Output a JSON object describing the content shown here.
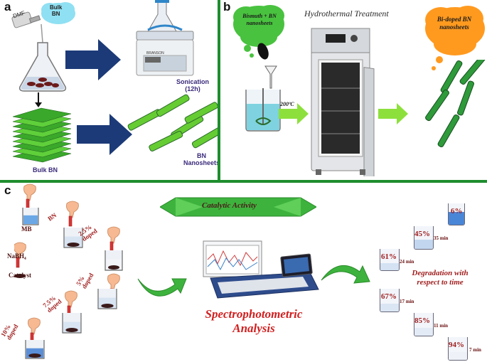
{
  "panels": {
    "a": {
      "letter": "a",
      "solvent_label": "DMF",
      "cloud_label": "Bulk\nBN",
      "sonicator_brand": "BRANSON",
      "sonication_label": "Sonication\n(12h)",
      "bulk_label": "Bulk BN",
      "nanosheets_label": "BN\nNanosheets"
    },
    "b": {
      "letter": "b",
      "cloud_left": "Bismuth + BN\nnanosheets",
      "title": "Hydrothermal Treatment",
      "temperature": "200ºC",
      "cloud_right": "Bi-doped BN\nnanosheets"
    },
    "c": {
      "letter": "c",
      "catalytic_label": "Catalytic Activity",
      "mb_label": "MB",
      "bn_label": "BN",
      "nabh4_label": "NaBH₄",
      "catalyst_label": "Catalyst",
      "doped_labels": [
        "2.5%\ndoped",
        "5%\ndoped",
        "7.5%\ndoped",
        "10%\ndoped"
      ],
      "analysis_label": "Spectrophotometric\nAnalysis",
      "degradation_label": "Degradation with\nrespect to time",
      "results": [
        {
          "pct": "6%",
          "time": ""
        },
        {
          "pct": "45%",
          "time": "35 min"
        },
        {
          "pct": "61%",
          "time": "24 min"
        },
        {
          "pct": "67%",
          "time": "17 min"
        },
        {
          "pct": "85%",
          "time": "11 min"
        },
        {
          "pct": "94%",
          "time": "7 min"
        }
      ]
    }
  },
  "colors": {
    "green": "#3db33d",
    "navy": "#1c3a78",
    "cloud_green": "#49c23f",
    "cloud_orange": "#ff9a1f",
    "cloud_blue": "#8fe0f2",
    "divider": "#1e8e2e"
  }
}
